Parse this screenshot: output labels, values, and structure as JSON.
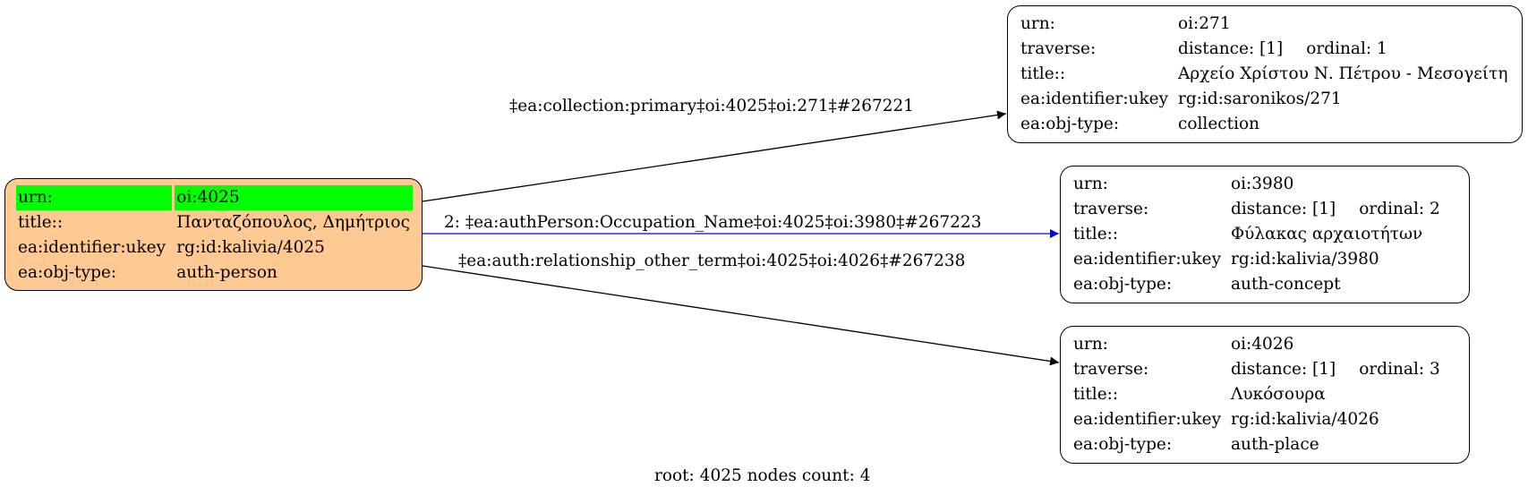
{
  "nodes": {
    "root": {
      "rows": [
        {
          "key": "urn:",
          "value": "oi:4025"
        },
        {
          "key": "title::",
          "value": "Πανταζόπουλος, Δημήτριος"
        },
        {
          "key": "ea:identifier:ukey",
          "value": "rg:id:kalivia/4025"
        },
        {
          "key": "ea:obj-type:",
          "value": "auth-person"
        }
      ]
    },
    "n271": {
      "urn_key": "urn:",
      "urn": "oi:271",
      "traverse_key": "traverse:",
      "distance": "distance: [1]",
      "ordinal": "ordinal: 1",
      "title_key": "title::",
      "title": "Αρχείο Χρίστου Ν. Πέτρου - Μεσογείτη",
      "ukey_key": "ea:identifier:ukey",
      "ukey": "rg:id:saronikos/271",
      "type_key": "ea:obj-type:",
      "type": "collection"
    },
    "n3980": {
      "urn_key": "urn:",
      "urn": "oi:3980",
      "traverse_key": "traverse:",
      "distance": "distance: [1]",
      "ordinal": "ordinal: 2",
      "title_key": "title::",
      "title": "Φύλακας αρχαιοτήτων",
      "ukey_key": "ea:identifier:ukey",
      "ukey": "rg:id:kalivia/3980",
      "type_key": "ea:obj-type:",
      "type": "auth-concept"
    },
    "n4026": {
      "urn_key": "urn:",
      "urn": "oi:4026",
      "traverse_key": "traverse:",
      "distance": "distance: [1]",
      "ordinal": "ordinal: 3",
      "title_key": "title::",
      "title": "Λυκόσουρα",
      "ukey_key": "ea:identifier:ukey",
      "ukey": "rg:id:kalivia/4026",
      "type_key": "ea:obj-type:",
      "type": "auth-place"
    }
  },
  "edges": {
    "e1": {
      "label": "‡ea:collection:primary‡oi:4025‡oi:271‡#267221",
      "color": "#000000"
    },
    "e2": {
      "label": "2: ‡ea:authPerson:Occupation_Name‡oi:4025‡oi:3980‡#267223",
      "color": "#0000ff"
    },
    "e3": {
      "label": "‡ea:auth:relationship_other_term‡oi:4025‡oi:4026‡#267238",
      "color": "#000000"
    }
  },
  "colors": {
    "root_fill": "#ffc994",
    "highlight": "#00ff00"
  },
  "footer": "root: 4025 nodes count: 4"
}
